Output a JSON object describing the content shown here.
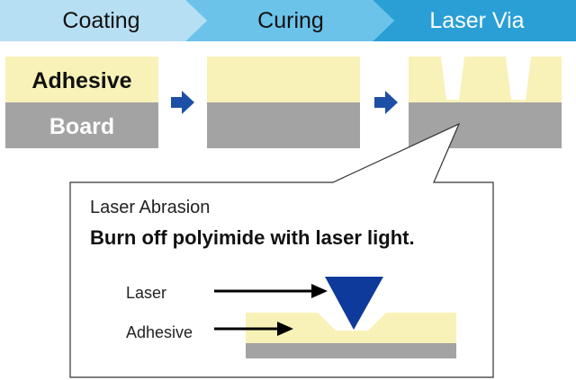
{
  "steps": [
    {
      "label": "Coating",
      "color": "#b7dff3",
      "text_color": "#111111"
    },
    {
      "label": "Curing",
      "color": "#6cc3ea",
      "text_color": "#111111"
    },
    {
      "label": "Laser Via",
      "color": "#2a9fd6",
      "text_color": "#ffffff"
    }
  ],
  "layers": {
    "adhesive": "Adhesive",
    "board": "Board"
  },
  "colors": {
    "adhesive": "#f8f2b8",
    "board": "#a3a3a3",
    "arrow": "#1e4fa6",
    "laser": "#0e3a9c"
  },
  "callout": {
    "title": "Laser Abrasion",
    "description": "Burn off polyimide with laser light.",
    "labels": {
      "laser": "Laser",
      "adhesive": "Adhesive"
    }
  }
}
